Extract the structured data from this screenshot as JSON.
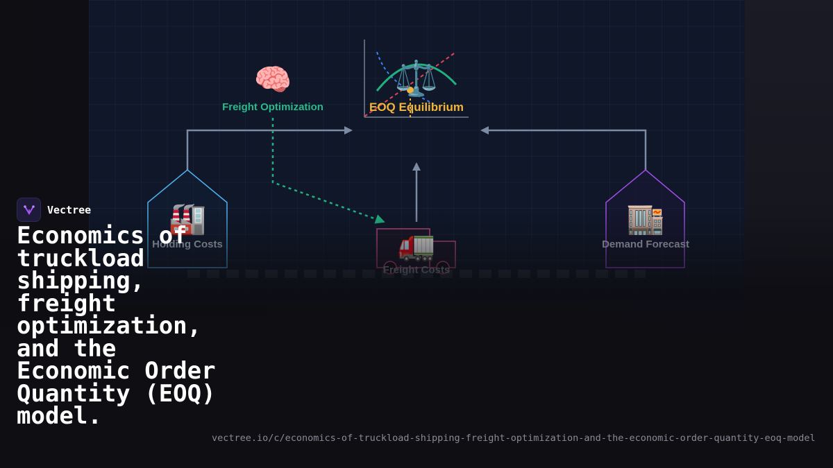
{
  "brand": {
    "name": "Vectree",
    "logo_icon": "vectree-logo-icon"
  },
  "headline": "Economics of truckload shipping, freight optimization, and the Economic Order Quantity (EOQ) model.",
  "url": "vectree.io/c/economics-of-truckload-shipping-freight-optimization-and-the-economic-order-quantity-eoq-model",
  "diagram": {
    "nodes": {
      "holding": {
        "label": "Holding Costs",
        "icon": "factory-icon",
        "color": "#4fb3f0"
      },
      "freight": {
        "label": "Freight Costs",
        "icon": "truck-icon",
        "color": "#c04a84"
      },
      "demand": {
        "label": "Demand Forecast",
        "icon": "department-store-icon",
        "color": "#a04fe6"
      },
      "optimization": {
        "label": "Freight Optimization",
        "icon": "brain-icon",
        "color": "#2bb98a"
      },
      "eoq": {
        "label": "EOQ Equilibrium",
        "icon": "balance-scale-icon",
        "color": "#f2b53a"
      }
    },
    "colors": {
      "connector": "#7d8aa3",
      "dotted_connector": "#22b07e",
      "panel": "#0f1729",
      "curve_blue": "#3b82f6",
      "curve_red": "#e0455a",
      "curve_green": "#22b07e"
    }
  }
}
